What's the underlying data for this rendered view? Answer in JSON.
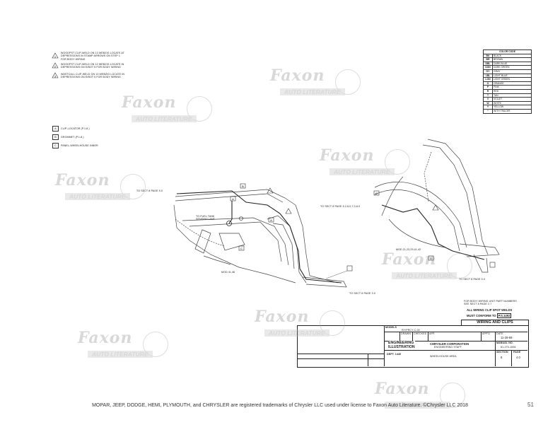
{
  "notes": {
    "n1": "WOODPST CLIP-WELD ON 13 WEBZIG LOCATE AT",
    "n1b": "DEPRESSIONS IN STAMP ARROWS ON STEP 1",
    "n1c": "FOR BODY WIRING",
    "n2": "WOODPST CLIP-WELD ON 12 WEBZIG LOCATE IN",
    "n2b": "DEPRESSIONS ON E/BOT 5 FOR BODY WIRING",
    "n3": "WASTCALL CLIP-WELD ON 13 WEBZIG LOCATE IN",
    "n3b": "DEPRESSIONS ON E/BOT 5 FOR BODY WIRING"
  },
  "legend": {
    "a": "A",
    "a_text": "CLIP-LOCATOR (P.1.8.)",
    "b": "B",
    "b_text": "GROMMET (P.1.8.)",
    "c": "C",
    "c_text": "PANEL-WHEELHOUSE INNER"
  },
  "color_code": {
    "title": "COLOR CODE",
    "rows": [
      [
        "BK",
        "BLACK"
      ],
      [
        "BR",
        "BROWN"
      ],
      [
        "DBL",
        "DARK BLUE"
      ],
      [
        "DGN",
        "DARK GREEN"
      ],
      [
        "GY",
        "GRAY"
      ],
      [
        "LBL",
        "LIGHT BLUE"
      ],
      [
        "LGN",
        "LIGHT GREEN"
      ],
      [
        "O",
        "ORANGE"
      ],
      [
        "P",
        "PINK"
      ],
      [
        "R",
        "RED"
      ],
      [
        "T",
        "TAN"
      ],
      [
        "V",
        "VIOLET"
      ],
      [
        "W",
        "WHITE"
      ],
      [
        "Y",
        "YELLOW"
      ],
      [
        "*",
        "WITH TRACER"
      ]
    ]
  },
  "callouts": {
    "sect_left": "TO SECT 8 PAGE 9.0",
    "fuel": "TO FUEL TANK",
    "fuel2": "SENDING UNIT",
    "sect_right": "TO SECT 8 PAGE 5.2,6,0,7,0,8.0",
    "sect_bottom_left": "TO SECT 8 PAGE 3.0",
    "sect_bottom_right": "TO SECT 8 PAGE 3.0",
    "mod_left": "MOD 41,46",
    "mod_right": "MOD 21,23,29,41,42",
    "body_wiring": "FOR BODY WIRING UNIT PART NUMBERS",
    "body_wiring2": "SEE SECT 8 PAGE 2.7",
    "spot_welds": "ALL WIRING CLIP SPOT WELDS",
    "conform": "MUST CONFORM TO",
    "conform_ref": "P.S.1492"
  },
  "title_block": {
    "heading": "WIRING AND CLIPS",
    "models_label": "MODELS",
    "models_value": "RY/PRCY-C-00",
    "dept_main": "ENGINEERING",
    "dept_sub": "ILLUSTRATION",
    "drawn": "DRAWN",
    "checked": "CHECKED",
    "app": "APP.",
    "app2": "APP'D",
    "date_label": "DATE",
    "date_value": "11-28-69",
    "company": "CHRYSLER CORPORATION",
    "company_sub": "ENGINEERING STAFF",
    "manual": "MANUAL NO.",
    "manual_value": "81-270-1006",
    "dept": "DEPT. 1440",
    "area": "WHEELHOUSE AREA",
    "section_label": "SECTION",
    "section_value": "8",
    "page_label": "PAGE",
    "page_value": "4.0"
  },
  "watermark": {
    "brand": "Faxon",
    "sub": "AUTO LITERATURE"
  },
  "footer": "MOPAR, JEEP, DODGE, HEMI, PLYMOUTH, and CHRYSLER are registered trademarks of Chrysler LLC used under license to Faxon Auto Literature. ©Chrysler LLC 2018",
  "page_number": "51"
}
